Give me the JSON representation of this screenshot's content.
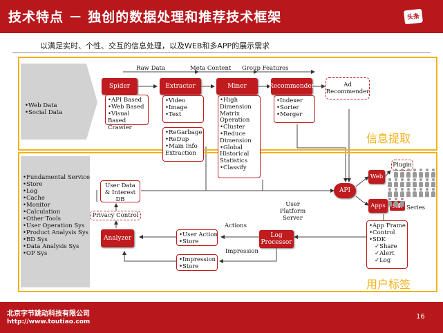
{
  "header": {
    "title": "技术特点 － 独创的数据处理和推荐技术框架",
    "logo_text": "头条"
  },
  "subtitle": "以满足实时、个性、交互的信息处理，以及WEB和多APP的展示需求",
  "sections": {
    "top_label": "信息提取",
    "bottom_label": "用户标签"
  },
  "left_top": [
    "Web Data",
    "Social Data"
  ],
  "left_bottom": [
    "Fundamental Service",
    "Store",
    "Log",
    "Cache",
    "Monitor",
    "Calculation",
    "Other Tools",
    "User Operation Sys",
    "Product Analysis Sys",
    "BD Sys",
    "Data Analysis Sys",
    "OP Sys"
  ],
  "flow_labels": {
    "raw_data": "Raw Data",
    "meta_content": "Meta Content",
    "group_features": "Group Features"
  },
  "pipeline": {
    "spider": {
      "title": "Spider",
      "items": [
        "API Based",
        "Web Based",
        "Visual Based Crawler"
      ]
    },
    "extractor": {
      "title": "Extractor",
      "items": [
        "Video",
        "Image",
        "Text"
      ],
      "items2": [
        "ReGarbage",
        "ReDup",
        "Main Info Extraction"
      ]
    },
    "miner": {
      "title": "Miner",
      "items": [
        "High Dimension Matrix Operation",
        "Cluster",
        "Reduce Dimension",
        "Global Historical Statistics",
        "Classify"
      ]
    },
    "recommender": {
      "title": "Recommender",
      "items": [
        "Indexer",
        "Sorter",
        "Merger"
      ]
    },
    "ad_recommender": "Ad Recommender"
  },
  "platform": {
    "user_data_db": "User Data & Interest DB",
    "privacy_control": "Privacy Control",
    "analyzer": "Analyzer",
    "api": "API",
    "user_platform_server": "User Platform Server",
    "actions": "Actions",
    "impression": "Impression",
    "user_action_store": [
      "User Action",
      "Store"
    ],
    "impression_store": [
      "Impression",
      "Store"
    ],
    "log_processor": "Log Processor",
    "web": "Web",
    "plugin": "Plugin",
    "apps": "Apps",
    "series": "Series",
    "apps_logo": "头条",
    "app_frame": [
      "App Frame",
      "Control",
      "SDK"
    ],
    "sdk_items": [
      "Share",
      "Alert",
      "Log"
    ]
  },
  "footer": {
    "company": "北京字节跳动科技有限公司",
    "url": "http://www.toutiao.com",
    "page": "16"
  },
  "colors": {
    "brand_red": "#b8171c",
    "box_red": "#c01b1f",
    "section_yellow": "#f2b21b",
    "panel_gray": "#d2d2d2"
  }
}
